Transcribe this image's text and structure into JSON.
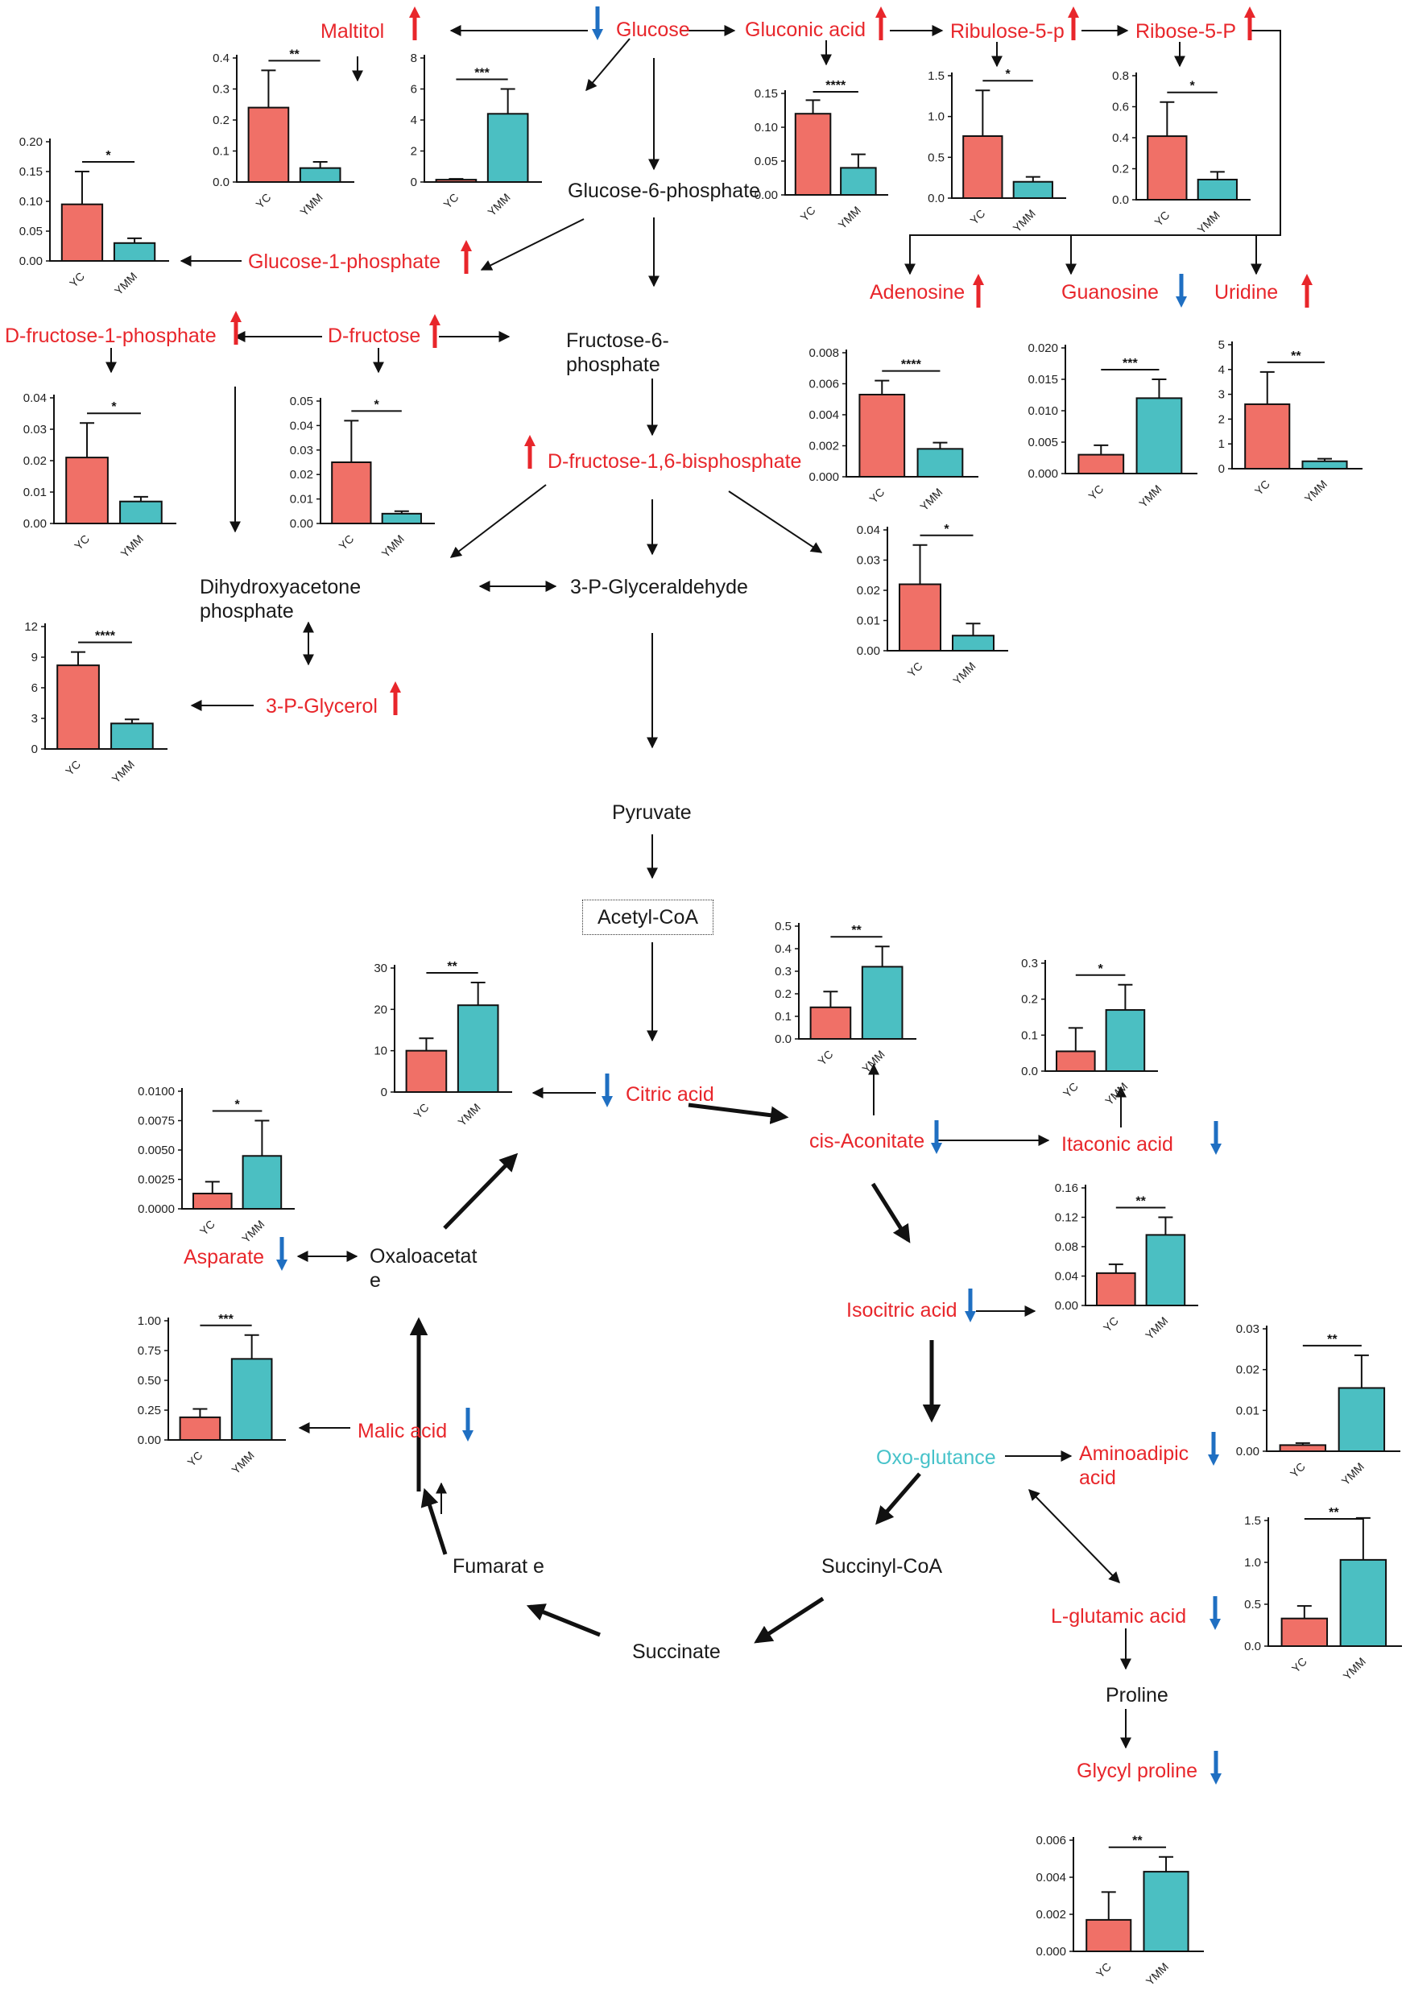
{
  "colors": {
    "increase": "#e8262b",
    "decrease": "#1f6fc2",
    "yc_bar": "#f07067",
    "ymm_bar": "#4bbfc2",
    "cyan_text": "#46c2c9",
    "arrow": "#111111"
  },
  "metabolites": [
    {
      "id": "glucose",
      "label": "Glucose",
      "color": "red",
      "change": "down"
    },
    {
      "id": "maltitol",
      "label": "Maltitol",
      "color": "red",
      "change": "up"
    },
    {
      "id": "gluconic-acid",
      "label": "Gluconic acid",
      "color": "red",
      "change": "up"
    },
    {
      "id": "ribulose-5-p",
      "label": "Ribulose-5-p",
      "color": "red",
      "change": "up"
    },
    {
      "id": "ribose-5-p",
      "label": "Ribose-5-P",
      "color": "red",
      "change": "up"
    },
    {
      "id": "glucose-6-phosphate",
      "label": "Glucose-6-phosphate",
      "color": "black"
    },
    {
      "id": "glucose-1-phosphate",
      "label": "Glucose-1-phosphate",
      "color": "red",
      "change": "up"
    },
    {
      "id": "adenosine",
      "label": "Adenosine",
      "color": "red",
      "change": "up"
    },
    {
      "id": "guanosine",
      "label": "Guanosine",
      "color": "red",
      "change": "down"
    },
    {
      "id": "uridine",
      "label": "Uridine",
      "color": "red",
      "change": "up"
    },
    {
      "id": "d-fructose-1-phosphate",
      "label": "D-fructose-1-phosphate",
      "color": "red",
      "change": "up"
    },
    {
      "id": "d-fructose",
      "label": "D-fructose",
      "color": "red",
      "change": "up"
    },
    {
      "id": "fructose-6-phosphate",
      "label": "Fructose-6-phosphate",
      "color": "black"
    },
    {
      "id": "d-fructose-1-6-bisphosphate",
      "label": "D-fructose-1,6-bisphosphate",
      "color": "red",
      "change": "up"
    },
    {
      "id": "dihydroxyacetone-phosphate",
      "label": "Dihydroxyacetone phosphate",
      "color": "black"
    },
    {
      "id": "3-p-glyceraldehyde",
      "label": "3-P-Glyceraldehyde",
      "color": "black"
    },
    {
      "id": "3-p-glycerol",
      "label": "3-P-Glycerol",
      "color": "red",
      "change": "up"
    },
    {
      "id": "pyruvate",
      "label": "Pyruvate",
      "color": "black"
    },
    {
      "id": "acetyl-coa",
      "label": "Acetyl-CoA",
      "color": "black"
    },
    {
      "id": "citric-acid",
      "label": "Citric acid",
      "color": "red",
      "change": "down"
    },
    {
      "id": "cis-aconitate",
      "label": "cis-Aconitate",
      "color": "red",
      "change": "down"
    },
    {
      "id": "itaconic-acid",
      "label": "Itaconic acid",
      "color": "red",
      "change": "down"
    },
    {
      "id": "isocitric-acid",
      "label": "Isocitric acid",
      "color": "red",
      "change": "down"
    },
    {
      "id": "oxo-glutance",
      "label": "Oxo-glutance",
      "color": "cyan"
    },
    {
      "id": "aminoadipic-acid",
      "label": "Aminoadipic acid",
      "color": "red",
      "change": "down"
    },
    {
      "id": "l-glutamic-acid",
      "label": "L-glutamic acid",
      "color": "red",
      "change": "down"
    },
    {
      "id": "proline",
      "label": "Proline",
      "color": "black"
    },
    {
      "id": "glycyl-proline",
      "label": "Glycyl proline",
      "color": "red",
      "change": "down"
    },
    {
      "id": "succinyl-coa",
      "label": "Succinyl-CoA",
      "color": "black"
    },
    {
      "id": "succinate",
      "label": "Succinate",
      "color": "black"
    },
    {
      "id": "fumarate",
      "label": "Fumarat e",
      "color": "black"
    },
    {
      "id": "malic-acid",
      "label": "Malic acid",
      "color": "red",
      "change": "down"
    },
    {
      "id": "oxaloacetate",
      "label": "Oxaloacetat e",
      "color": "black"
    },
    {
      "id": "asparate",
      "label": "Asparate",
      "color": "red",
      "change": "down"
    }
  ],
  "chart_data": [
    {
      "type": "bar",
      "metabolite": "Maltitol",
      "categories": [
        "YC",
        "YMM"
      ],
      "values": [
        0.24,
        0.045
      ],
      "errors": [
        0.12,
        0.02
      ],
      "ylim": [
        0,
        0.4
      ],
      "yticks": [
        "0.0",
        "0.1",
        "0.2",
        "0.3",
        "0.4"
      ],
      "significance": "**"
    },
    {
      "type": "bar",
      "metabolite": "Glucose",
      "categories": [
        "YC",
        "YMM"
      ],
      "values": [
        0.15,
        4.4
      ],
      "errors": [
        0.05,
        1.6
      ],
      "ylim": [
        0,
        8
      ],
      "yticks": [
        "0",
        "2",
        "4",
        "6",
        "8"
      ],
      "significance": "***"
    },
    {
      "type": "bar",
      "metabolite": "Gluconic acid",
      "categories": [
        "YC",
        "YMM"
      ],
      "values": [
        0.12,
        0.04
      ],
      "errors": [
        0.02,
        0.02
      ],
      "ylim": [
        0,
        0.15
      ],
      "yticks": [
        "0.00",
        "0.05",
        "0.10",
        "0.15"
      ],
      "significance": "****"
    },
    {
      "type": "bar",
      "metabolite": "Ribulose-5-p",
      "categories": [
        "YC",
        "YMM"
      ],
      "values": [
        0.76,
        0.2
      ],
      "errors": [
        0.56,
        0.06
      ],
      "ylim": [
        0,
        1.5
      ],
      "yticks": [
        "0.0",
        "0.5",
        "1.0",
        "1.5"
      ],
      "significance": "*"
    },
    {
      "type": "bar",
      "metabolite": "Ribose-5-P",
      "categories": [
        "YC",
        "YMM"
      ],
      "values": [
        0.41,
        0.13
      ],
      "errors": [
        0.22,
        0.05
      ],
      "ylim": [
        0,
        0.8
      ],
      "yticks": [
        "0.0",
        "0.2",
        "0.4",
        "0.6",
        "0.8"
      ],
      "significance": "*"
    },
    {
      "type": "bar",
      "metabolite": "Glucose-1-phosphate",
      "categories": [
        "YC",
        "YMM"
      ],
      "values": [
        0.095,
        0.03
      ],
      "errors": [
        0.055,
        0.008
      ],
      "ylim": [
        0,
        0.2
      ],
      "yticks": [
        "0.00",
        "0.05",
        "0.10",
        "0.15",
        "0.20"
      ],
      "significance": "*"
    },
    {
      "type": "bar",
      "metabolite": "Adenosine",
      "categories": [
        "YC",
        "YMM"
      ],
      "values": [
        0.0053,
        0.0018
      ],
      "errors": [
        0.0009,
        0.0004
      ],
      "ylim": [
        0,
        0.008
      ],
      "yticks": [
        "0.000",
        "0.002",
        "0.004",
        "0.006",
        "0.008"
      ],
      "significance": "****"
    },
    {
      "type": "bar",
      "metabolite": "Guanosine",
      "categories": [
        "YC",
        "YMM"
      ],
      "values": [
        0.003,
        0.012
      ],
      "errors": [
        0.0015,
        0.003
      ],
      "ylim": [
        0,
        0.02
      ],
      "yticks": [
        "0.000",
        "0.005",
        "0.010",
        "0.015",
        "0.020"
      ],
      "significance": "***"
    },
    {
      "type": "bar",
      "metabolite": "Uridine",
      "categories": [
        "YC",
        "YMM"
      ],
      "values": [
        2.6,
        0.3
      ],
      "errors": [
        1.3,
        0.1
      ],
      "ylim": [
        0,
        5
      ],
      "yticks": [
        "0",
        "1",
        "2",
        "3",
        "4",
        "5"
      ],
      "significance": "**"
    },
    {
      "type": "bar",
      "metabolite": "D-fructose-1-phosphate",
      "categories": [
        "YC",
        "YMM"
      ],
      "values": [
        0.021,
        0.007
      ],
      "errors": [
        0.011,
        0.0015
      ],
      "ylim": [
        0,
        0.04
      ],
      "yticks": [
        "0.00",
        "0.01",
        "0.02",
        "0.03",
        "0.04"
      ],
      "significance": "*"
    },
    {
      "type": "bar",
      "metabolite": "D-fructose",
      "categories": [
        "YC",
        "YMM"
      ],
      "values": [
        0.025,
        0.004
      ],
      "errors": [
        0.017,
        0.001
      ],
      "ylim": [
        0,
        0.05
      ],
      "yticks": [
        "0.00",
        "0.01",
        "0.02",
        "0.03",
        "0.04",
        "0.05"
      ],
      "significance": "*"
    },
    {
      "type": "bar",
      "metabolite": "D-fructose-1,6-bisphosphate",
      "categories": [
        "YC",
        "YMM"
      ],
      "values": [
        0.022,
        0.005
      ],
      "errors": [
        0.013,
        0.004
      ],
      "ylim": [
        0,
        0.04
      ],
      "yticks": [
        "0.00",
        "0.01",
        "0.02",
        "0.03",
        "0.04"
      ],
      "significance": "*"
    },
    {
      "type": "bar",
      "metabolite": "3-P-Glycerol",
      "categories": [
        "YC",
        "YMM"
      ],
      "values": [
        8.2,
        2.5
      ],
      "errors": [
        1.3,
        0.4
      ],
      "ylim": [
        0,
        12
      ],
      "yticks": [
        "0",
        "3",
        "6",
        "9",
        "12"
      ],
      "significance": "****"
    },
    {
      "type": "bar",
      "metabolite": "Citric acid",
      "categories": [
        "YC",
        "YMM"
      ],
      "values": [
        10,
        21
      ],
      "errors": [
        3,
        5.5
      ],
      "ylim": [
        0,
        30
      ],
      "yticks": [
        "0",
        "10",
        "20",
        "30"
      ],
      "significance": "**"
    },
    {
      "type": "bar",
      "metabolite": "cis-Aconitate",
      "categories": [
        "YC",
        "YMM"
      ],
      "values": [
        0.14,
        0.32
      ],
      "errors": [
        0.07,
        0.09
      ],
      "ylim": [
        0,
        0.5
      ],
      "yticks": [
        "0.0",
        "0.1",
        "0.2",
        "0.3",
        "0.4",
        "0.5"
      ],
      "significance": "**"
    },
    {
      "type": "bar",
      "metabolite": "Itaconic acid",
      "categories": [
        "YC",
        "YMM"
      ],
      "values": [
        0.055,
        0.17
      ],
      "errors": [
        0.065,
        0.07
      ],
      "ylim": [
        0,
        0.3
      ],
      "yticks": [
        "0.0",
        "0.1",
        "0.2",
        "0.3"
      ],
      "significance": "*"
    },
    {
      "type": "bar",
      "metabolite": "Asparate",
      "categories": [
        "YC",
        "YMM"
      ],
      "values": [
        0.0013,
        0.0045
      ],
      "errors": [
        0.001,
        0.003
      ],
      "ylim": [
        0,
        0.01
      ],
      "yticks": [
        "0.0000",
        "0.0025",
        "0.0050",
        "0.0075",
        "0.0100"
      ],
      "significance": "*"
    },
    {
      "type": "bar",
      "metabolite": "Isocitric acid",
      "categories": [
        "YC",
        "YMM"
      ],
      "values": [
        0.044,
        0.096
      ],
      "errors": [
        0.012,
        0.024
      ],
      "ylim": [
        0,
        0.16
      ],
      "yticks": [
        "0.00",
        "0.04",
        "0.08",
        "0.12",
        "0.16"
      ],
      "significance": "**"
    },
    {
      "type": "bar",
      "metabolite": "Malic acid",
      "categories": [
        "YC",
        "YMM"
      ],
      "values": [
        0.19,
        0.68
      ],
      "errors": [
        0.07,
        0.2
      ],
      "ylim": [
        0,
        1
      ],
      "yticks": [
        "0.00",
        "0.25",
        "0.50",
        "0.75",
        "1.00"
      ],
      "significance": "***"
    },
    {
      "type": "bar",
      "metabolite": "Aminoadipic acid",
      "categories": [
        "YC",
        "YMM"
      ],
      "values": [
        0.0015,
        0.0155
      ],
      "errors": [
        0.0005,
        0.008
      ],
      "ylim": [
        0,
        0.03
      ],
      "yticks": [
        "0.00",
        "0.01",
        "0.02",
        "0.03"
      ],
      "significance": "**"
    },
    {
      "type": "bar",
      "metabolite": "L-glutamic acid",
      "categories": [
        "YC",
        "YMM"
      ],
      "values": [
        0.33,
        1.03
      ],
      "errors": [
        0.15,
        0.5
      ],
      "ylim": [
        0,
        1.5
      ],
      "yticks": [
        "0.0",
        "0.5",
        "1.0",
        "1.5"
      ],
      "significance": "**"
    },
    {
      "type": "bar",
      "metabolite": "Glycyl proline",
      "categories": [
        "YC",
        "YMM"
      ],
      "values": [
        0.0017,
        0.0043
      ],
      "errors": [
        0.0015,
        0.0008
      ],
      "ylim": [
        0,
        0.006
      ],
      "yticks": [
        "0.000",
        "0.002",
        "0.004",
        "0.006"
      ],
      "significance": "**"
    }
  ]
}
